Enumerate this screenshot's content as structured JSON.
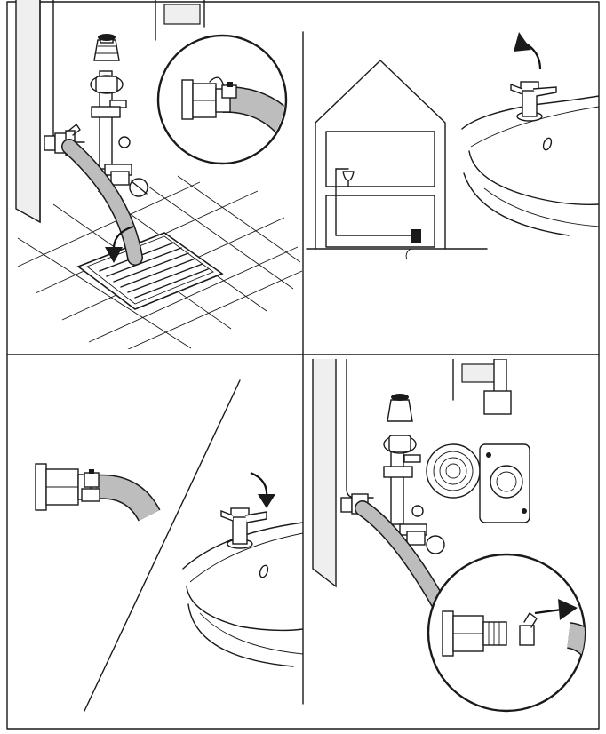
{
  "colors": {
    "line": "#1a1a1a",
    "hose": "#bdbdbd",
    "boiler_panel": "#efefef",
    "background": "#ffffff"
  },
  "panels": [
    {
      "id": "drain-hose-to-floor-drain",
      "icons": [
        "boiler-icon",
        "drain-hose-icon",
        "floor-drain-grate-icon",
        "hose-clamp-icon",
        "down-arrow-icon"
      ]
    },
    {
      "id": "open-hot-water-tap",
      "icons": [
        "house-cross-section-icon",
        "sink-tap-icon",
        "curved-arrow-up-icon"
      ]
    },
    {
      "id": "hose-connector-close-tap",
      "icons": [
        "hose-connector-icon",
        "sink-tap-icon",
        "curved-arrow-down-icon"
      ]
    },
    {
      "id": "remove-hose-from-drain-cock",
      "icons": [
        "boiler-icon",
        "circulation-pump-icon",
        "hose-clamp-icon",
        "right-arrow-icon"
      ]
    }
  ]
}
